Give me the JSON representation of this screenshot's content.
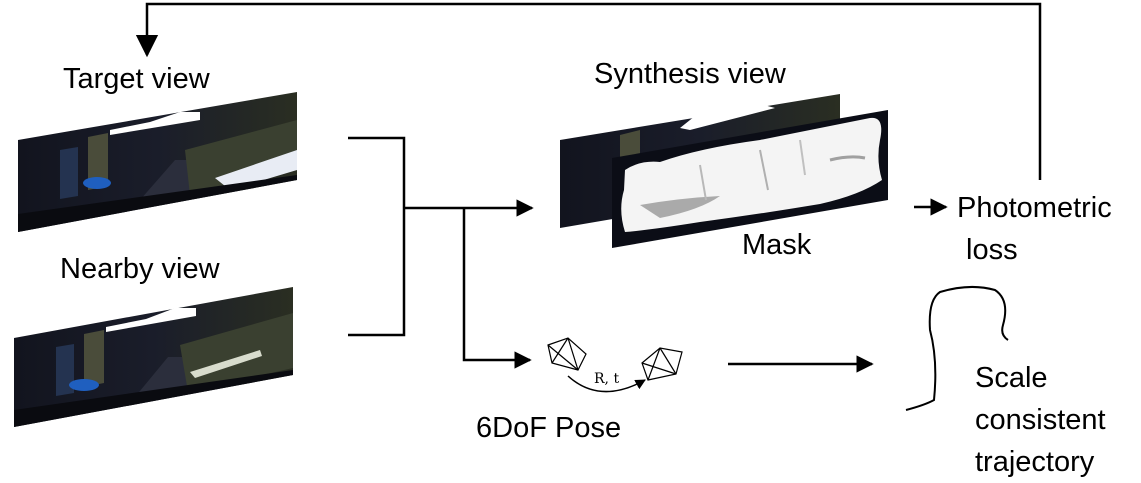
{
  "labels": {
    "target_view": "Target view",
    "nearby_view": "Nearby view",
    "synthesis_view": "Synthesis view",
    "mask": "Mask",
    "photometric_loss_line1": "Photometric",
    "photometric_loss_line2": "loss",
    "pose": "6DoF Pose",
    "pose_params": "R, t",
    "trajectory_line1": "Scale",
    "trajectory_line2": "consistent",
    "trajectory_line3": "trajectory"
  },
  "colors": {
    "line": "#000000",
    "image_dark": "#0b0d16",
    "mask_white": "#f4f4f4"
  },
  "icons": {
    "camera_frustum": "camera-frustum-icon",
    "arrow": "arrow-head"
  }
}
